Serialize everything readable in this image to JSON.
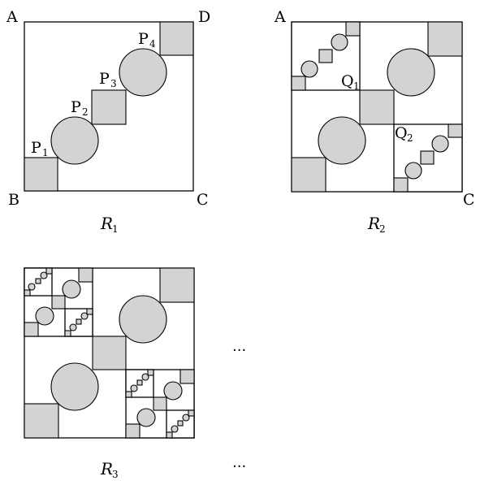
{
  "figures": {
    "r1": {
      "corner_labels": {
        "a": "A",
        "d": "D",
        "b": "B",
        "c": "C"
      },
      "points": [
        {
          "letter": "P",
          "index": "1"
        },
        {
          "letter": "P",
          "index": "2"
        },
        {
          "letter": "P",
          "index": "3"
        },
        {
          "letter": "P",
          "index": "4"
        }
      ],
      "caption": {
        "letter": "R",
        "index": "1"
      }
    },
    "r2": {
      "corner_labels": {
        "a": "A",
        "c": "C"
      },
      "points": [
        {
          "letter": "Q",
          "index": "1"
        },
        {
          "letter": "Q",
          "index": "2"
        }
      ],
      "caption": {
        "letter": "R",
        "index": "2"
      }
    },
    "r3": {
      "caption": {
        "letter": "R",
        "index": "3"
      }
    }
  },
  "ellipsis": "···"
}
